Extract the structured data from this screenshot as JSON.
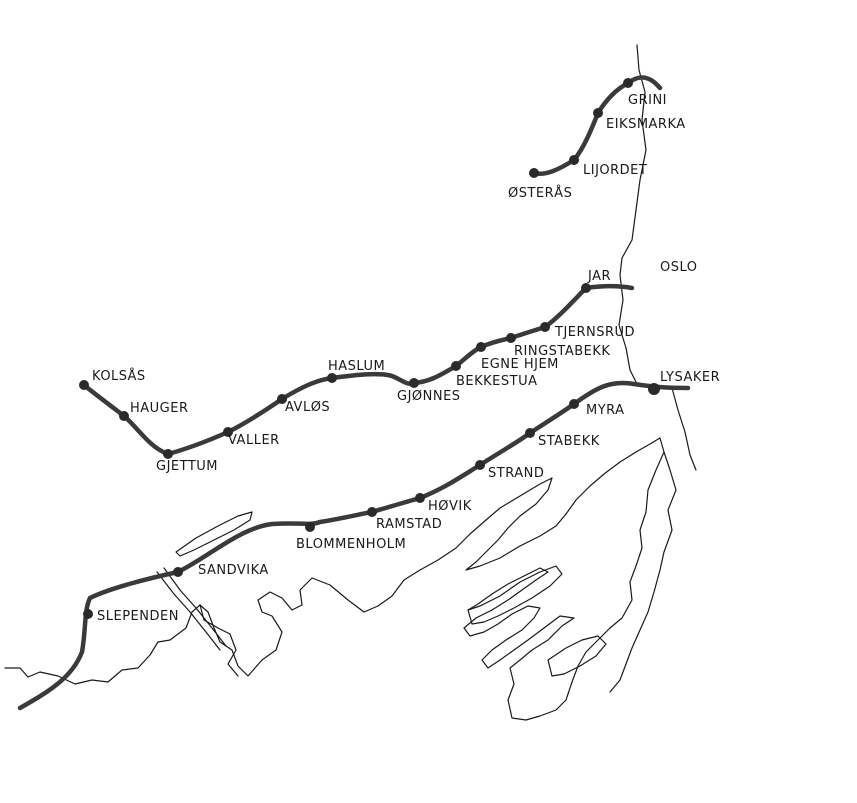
{
  "map": {
    "city_label": "OSLO",
    "stations": [
      {
        "id": "gjettum",
        "label": "GJETTUM"
      },
      {
        "id": "kolsas",
        "label": "KOLSÅS"
      },
      {
        "id": "hauger",
        "label": "HAUGER"
      },
      {
        "id": "valler",
        "label": "VALLER"
      },
      {
        "id": "avlos",
        "label": "AVLØS"
      },
      {
        "id": "haslum",
        "label": "HASLUM"
      },
      {
        "id": "gjonnes",
        "label": "GJØNNES"
      },
      {
        "id": "bekkestua",
        "label": "BEKKESTUA"
      },
      {
        "id": "egne-hjem",
        "label": "EGNE HJEM"
      },
      {
        "id": "ringstabekk",
        "label": "RINGSTABEKK"
      },
      {
        "id": "tjernsrud",
        "label": "TJERNSRUD"
      },
      {
        "id": "jar",
        "label": "JAR"
      },
      {
        "id": "osteras",
        "label": "ØSTERÅS"
      },
      {
        "id": "lijordet",
        "label": "LIJORDET"
      },
      {
        "id": "eiksmarka",
        "label": "EIKSMARKA"
      },
      {
        "id": "grini",
        "label": "GRINI"
      },
      {
        "id": "slependen",
        "label": "SLEPENDEN"
      },
      {
        "id": "sandvika",
        "label": "SANDVIKA"
      },
      {
        "id": "blommenholm",
        "label": "BLOMMENHOLM"
      },
      {
        "id": "ramstad",
        "label": "RAMSTAD"
      },
      {
        "id": "hovik",
        "label": "HØVIK"
      },
      {
        "id": "strand",
        "label": "STRAND"
      },
      {
        "id": "stabekk",
        "label": "STABEKK"
      },
      {
        "id": "myra",
        "label": "MYRA"
      },
      {
        "id": "lysaker",
        "label": "LYSAKER"
      }
    ]
  }
}
